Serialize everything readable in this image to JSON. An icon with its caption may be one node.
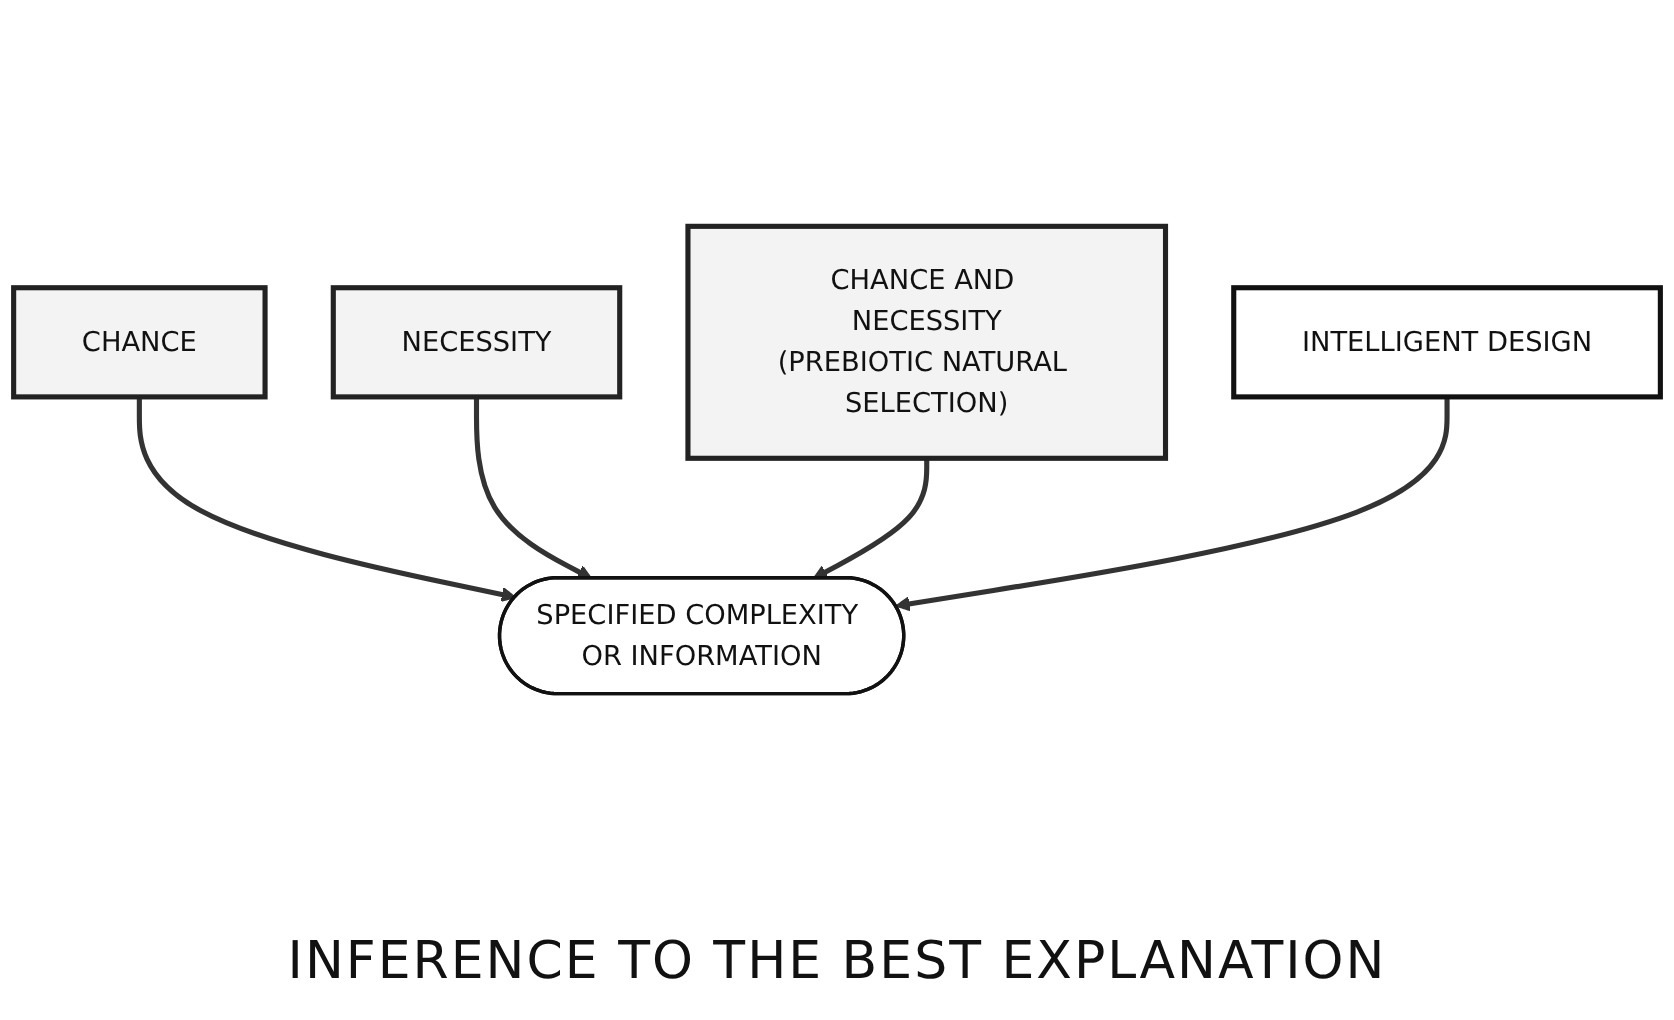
{
  "diagram": {
    "caption": "INFERENCE TO THE BEST EXPLANATION",
    "nodes": [
      {
        "text": [
          "CHANCE"
        ]
      },
      {
        "text": [
          "NECESSITY"
        ]
      },
      {
        "text": [
          "SPECIFIED COMPLEXITY OR INFORMATION"
        ]
      },
      {
        "text": [
          "CHANCE AND NECESSITY",
          "(PREBIOTIC NATURAL SELECTION)"
        ]
      },
      {
        "text": [
          "INTELLIGENT DESIGN"
        ]
      }
    ],
    "edges": [
      {
        "from": 0,
        "to": 2,
        "arrow": "to"
      },
      {
        "from": 1,
        "to": 2,
        "arrow": "to"
      },
      {
        "from": 3,
        "to": 2,
        "arrow": "to"
      },
      {
        "from": 4,
        "to": 2,
        "arrow": "to"
      }
    ]
  }
}
